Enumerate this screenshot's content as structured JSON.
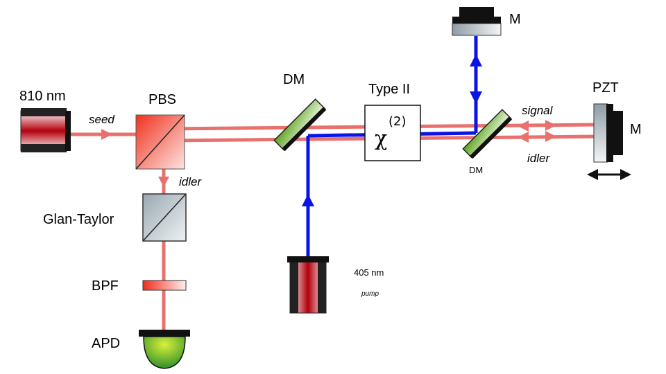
{
  "labels": {
    "laser_810": "810 nm",
    "seed": "seed",
    "pbs": "PBS",
    "idler_pbs": "idler",
    "glan_taylor": "Glan-Taylor",
    "bpf": "BPF",
    "apd": "APD",
    "dm_left": "DM",
    "type_ii": "Type II",
    "chi": "χ",
    "chi_order": "(2)",
    "dm_right": "DM",
    "laser_405": "405 nm",
    "pump": "pump",
    "mirror_top": "M",
    "signal": "signal",
    "idler_right": "idler",
    "pzt": "PZT",
    "mirror_right": "M"
  },
  "colors": {
    "red_beam": "#e8716e",
    "blue_beam": "#0a14e6",
    "dm_green": "#7ac230",
    "pbs_red": "#f04a3a",
    "apd_green": "#5fb82f",
    "housing": "#111111",
    "optic_gray": "#b7c3cc"
  }
}
